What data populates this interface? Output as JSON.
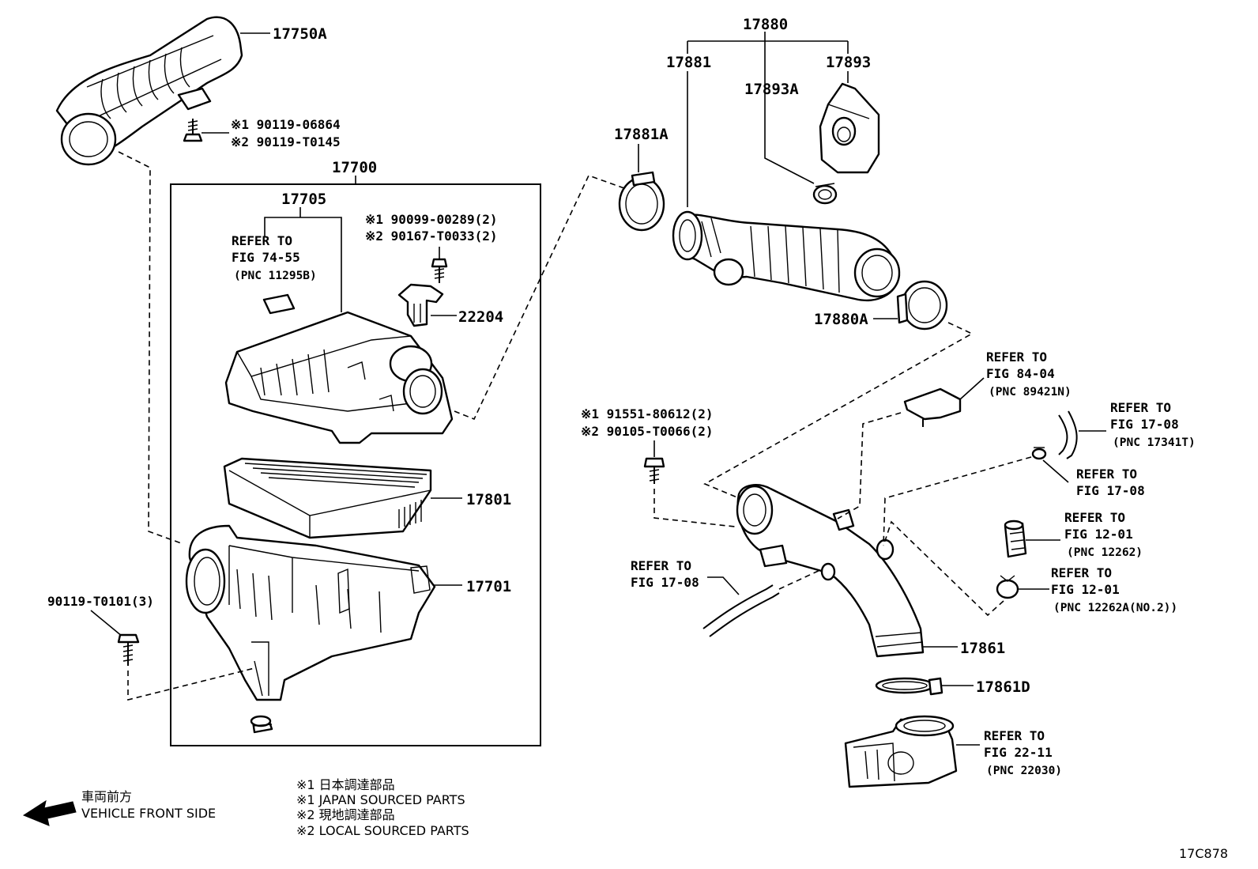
{
  "part_labels": {
    "p17750A": "17750A",
    "p17700": "17700",
    "p17705": "17705",
    "p22204": "22204",
    "p17801": "17801",
    "p17701": "17701",
    "p17880": "17880",
    "p17881": "17881",
    "p17893": "17893",
    "p17893A": "17893A",
    "p17881A": "17881A",
    "p17880A": "17880A",
    "p17861": "17861",
    "p17861D": "17861D"
  },
  "fasteners": {
    "bolt_17750A_1": "※1 90119-06864",
    "bolt_17750A_2": "※2 90119-T0145",
    "screw_22204_1": "※1 90099-00289(2)",
    "screw_22204_2": "※2 90167-T0033(2)",
    "bolt_17701": "90119-T0101(3)",
    "bolt_17861_1": "※1 91551-80612(2)",
    "bolt_17861_2": "※2 90105-T0066(2)"
  },
  "references": {
    "filter_ref": {
      "line1": "REFER TO",
      "line2": "FIG 74-55",
      "line3": "(PNC 11295B)"
    },
    "sensor_ref": {
      "line1": "REFER TO",
      "line2": "FIG 84-04",
      "line3": "(PNC 89421N)"
    },
    "hose_ref_a": {
      "line1": "REFER TO",
      "line2": "FIG 17-08",
      "line3": "(PNC 17341T)"
    },
    "clip_ref": {
      "line1": "REFER TO",
      "line2": "FIG 17-08"
    },
    "hose_ref_b": {
      "line1": "REFER TO",
      "line2": "FIG 12-01",
      "line3": "(PNC 12262)"
    },
    "clamp_ref": {
      "line1": "REFER TO",
      "line2": "FIG 12-01",
      "line3": "(PNC 12262A(NO.2))"
    },
    "vac_hose_ref": {
      "line1": "REFER TO",
      "line2": "FIG 17-08"
    },
    "throttle_ref": {
      "line1": "REFER TO",
      "line2": "FIG 22-11",
      "line3": "(PNC 22030)"
    }
  },
  "direction": {
    "jp": "車両前方",
    "en": "VEHICLE FRONT SIDE"
  },
  "legend": [
    "※1 日本調達部品",
    "※1 JAPAN SOURCED PARTS",
    "※2 現地調達部品",
    "※2 LOCAL SOURCED PARTS"
  ],
  "figure_code": "17C878"
}
